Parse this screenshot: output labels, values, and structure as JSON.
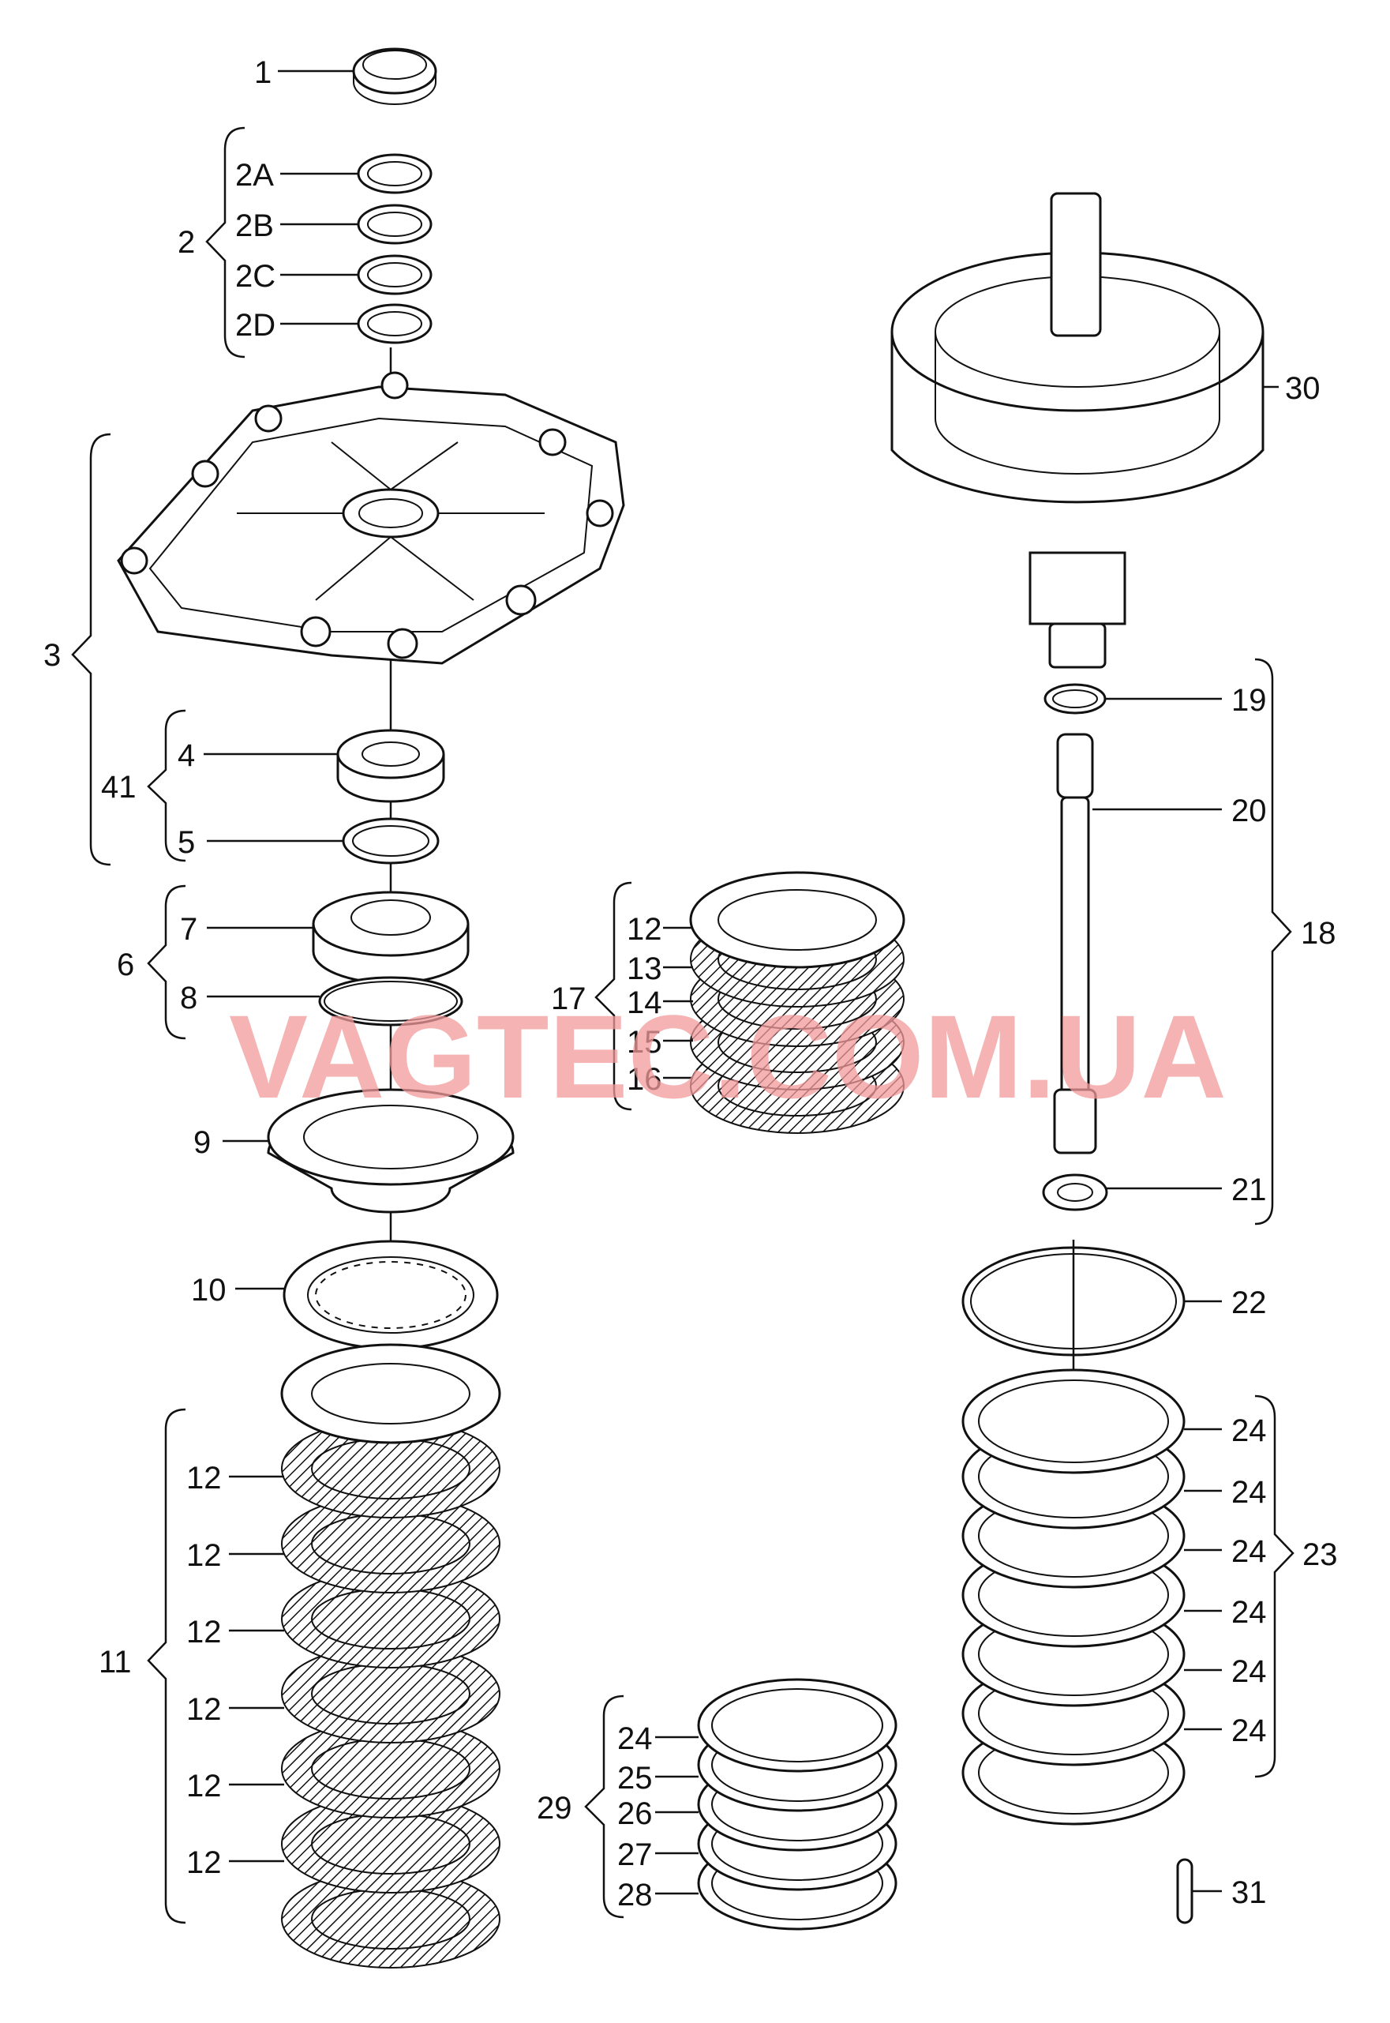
{
  "watermark": "VAGTEC.COM.UA",
  "callouts": {
    "c1": "1",
    "c2": "2",
    "c2a": "2A",
    "c2b": "2B",
    "c2c": "2C",
    "c2d": "2D",
    "c3": "3",
    "c4": "4",
    "c41": "41",
    "c5": "5",
    "c6": "6",
    "c7": "7",
    "c8": "8",
    "c9": "9",
    "c10": "10",
    "c11": "11",
    "c12": "12",
    "c13": "13",
    "c14": "14",
    "c15": "15",
    "c16": "16",
    "c17": "17",
    "c18": "18",
    "c19": "19",
    "c20": "20",
    "c21": "21",
    "c22": "22",
    "c23": "23",
    "c24": "24",
    "c25": "25",
    "c26": "26",
    "c27": "27",
    "c28": "28",
    "c29": "29",
    "c30": "30",
    "c31": "31"
  }
}
